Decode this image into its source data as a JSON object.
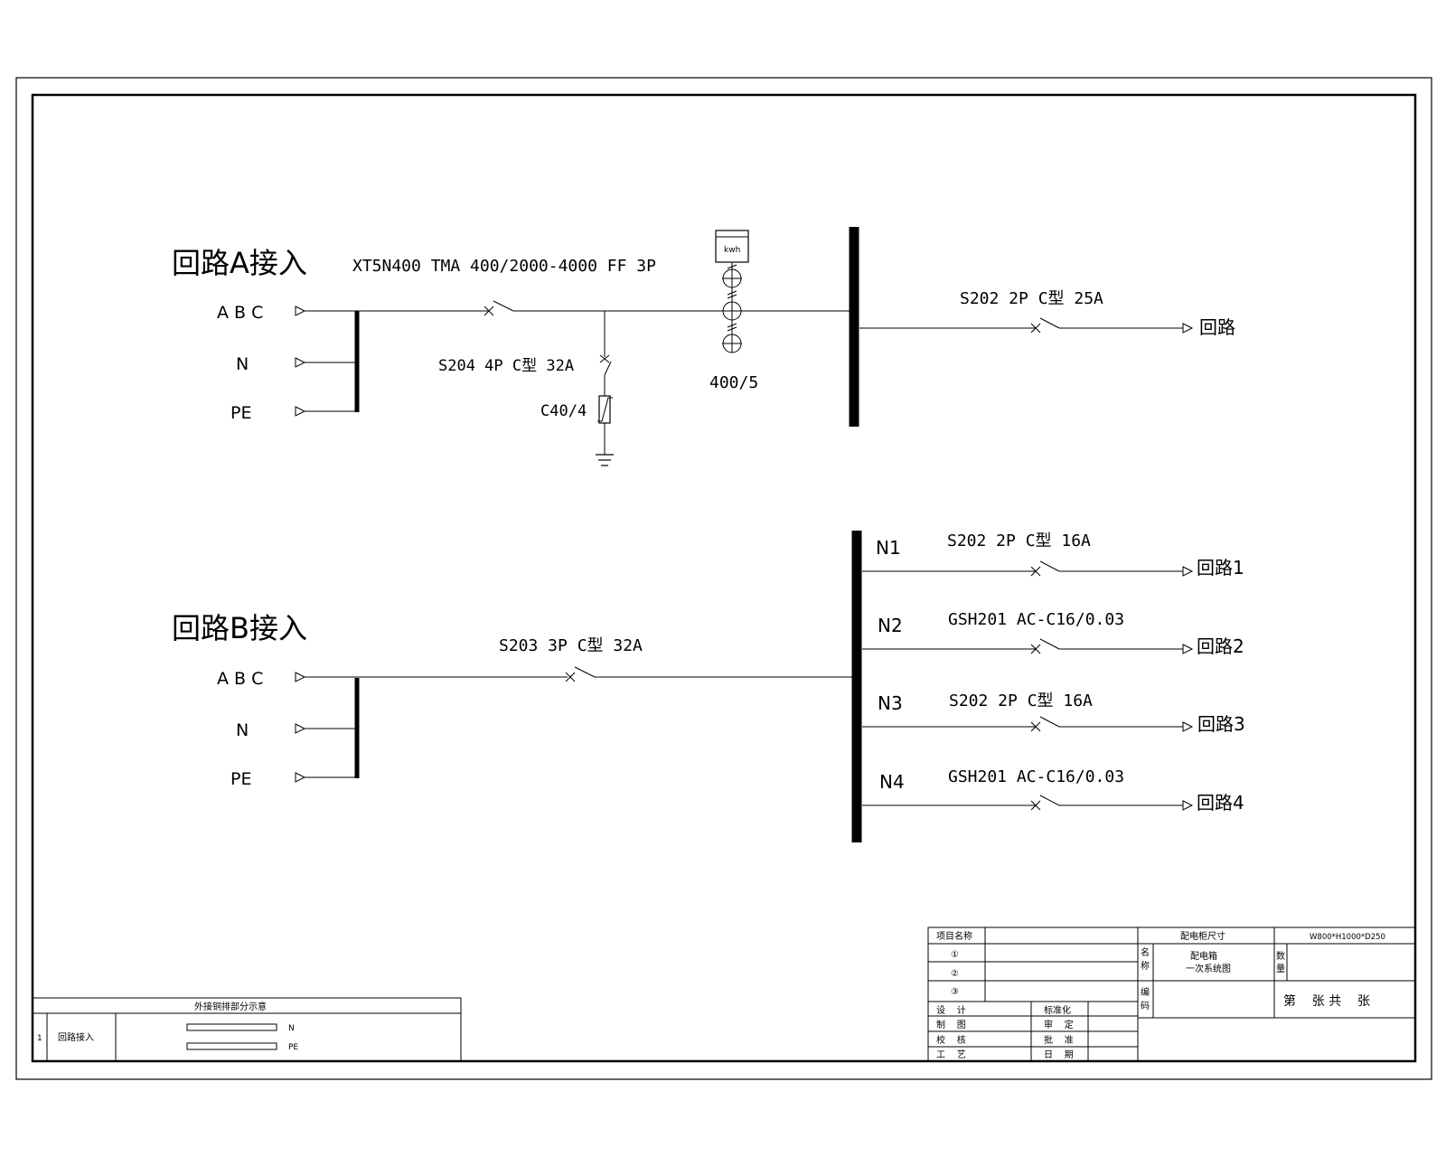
{
  "circuit_a": {
    "title": "回路A接入",
    "in_abc": "A B C",
    "in_n": "N",
    "in_pe": "PE",
    "main_breaker": "XT5N400 TMA 400/2000-4000 FF 3P",
    "spd_breaker": "S204 4P C型 32A",
    "spd": "C40/4",
    "meter": "kwh",
    "ct": "400/5",
    "out_breaker": "S202 2P C型 25A",
    "out_label": "回路"
  },
  "circuit_b": {
    "title": "回路B接入",
    "in_abc": "A B C",
    "in_n": "N",
    "in_pe": "PE",
    "main_breaker": "S203 3P C型 32A",
    "branches": [
      {
        "id": "N1",
        "breaker": "S202 2P C型 16A",
        "out": "回路1"
      },
      {
        "id": "N2",
        "breaker": "GSH201 AC-C16/0.03",
        "out": "回路2"
      },
      {
        "id": "N3",
        "breaker": "S202 2P C型 16A",
        "out": "回路3"
      },
      {
        "id": "N4",
        "breaker": "GSH201 AC-C16/0.03",
        "out": "回路4"
      }
    ]
  },
  "busbar_table": {
    "title": "外接铜排部分示意",
    "row_no": "1",
    "row_name": "回路接入",
    "bar_n": "N",
    "bar_pe": "PE"
  },
  "title_block": {
    "project_name_label": "项目名称",
    "row1": "①",
    "row2": "②",
    "row3": "③",
    "cabinet_size_label": "配电柜尺寸",
    "cabinet_size": "W800*H1000*D250",
    "name_label": "名称",
    "name_line1": "配电箱",
    "name_line2": "一次系统图",
    "qty_label": "数量",
    "code_label": "编码",
    "sheet_text": "第    张 共    张",
    "design": "设    计",
    "drawing": "制    图",
    "check": "校    核",
    "craft": "工    艺",
    "standard": "标准化",
    "review": "审    定",
    "approve": "批    准",
    "date": "日    期"
  }
}
